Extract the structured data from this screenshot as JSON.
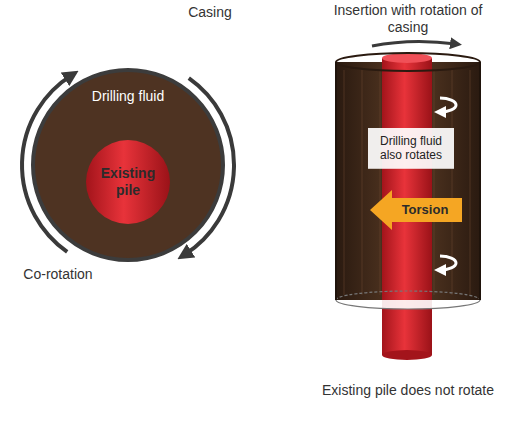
{
  "diagram": {
    "nodes": [
      {
        "text": [
          "Drilling fluid"
        ]
      },
      {
        "text": [
          "Existing pile"
        ],
        "in": 0
      },
      {
        "text": [
          "Drilling fluid also rotates"
        ]
      },
      {
        "text": [
          "Torsion"
        ]
      }
    ],
    "labels": [
      "Casing",
      "Co-rotation",
      "Insertion with rotation of casing",
      "Existing pile does not rotate"
    ]
  }
}
